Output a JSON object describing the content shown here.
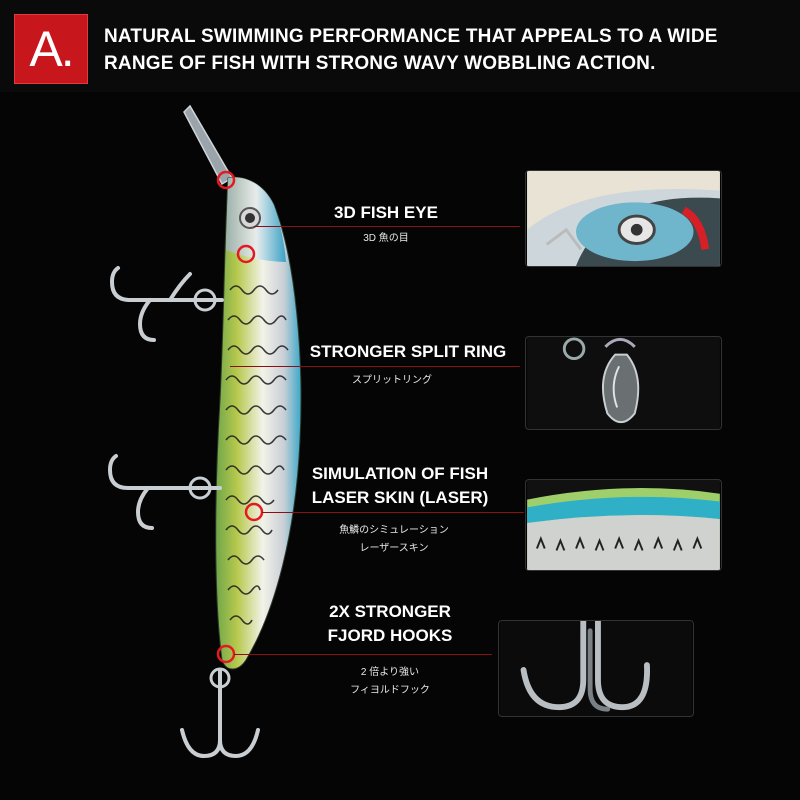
{
  "header": {
    "badge": "A.",
    "headline_line1": "NATURAL SWIMMING PERFORMANCE THAT APPEALS TO A WIDE",
    "headline_line2": "RANGE OF FISH WITH STRONG WAVY WOBBLING ACTION."
  },
  "features": [
    {
      "title_line1": "3D FISH EYE",
      "title_line2": "",
      "sub_line1": "3D 魚の目",
      "sub_line2": ""
    },
    {
      "title_line1": "STRONGER SPLIT RING",
      "title_line2": "",
      "sub_line1": "スプリットリング",
      "sub_line2": ""
    },
    {
      "title_line1": "SIMULATION OF FISH",
      "title_line2": "LASER SKIN (LASER)",
      "sub_line1": "魚鱗のシミュレーション",
      "sub_line2": "レーザースキン"
    },
    {
      "title_line1": "2X STRONGER",
      "title_line2": "FJORD HOOKS",
      "sub_line1": "2 倍より強い",
      "sub_line2": "フィヨルドフック"
    }
  ],
  "colors": {
    "accent": "#c8161d",
    "background": "#050505",
    "leader": "#8a1015"
  }
}
